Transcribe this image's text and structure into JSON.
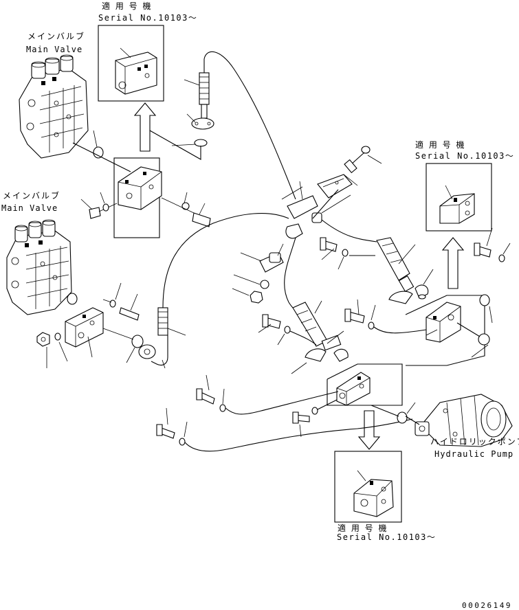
{
  "labels": {
    "main_valve_top_jp": "メインバルブ",
    "main_valve_top_en": "Main Valve",
    "main_valve_left_jp": "メインバルブ",
    "main_valve_left_en": "Main Valve",
    "hydraulic_pump_jp": "ハイドロリックポンプ",
    "hydraulic_pump_en": "Hydraulic Pump"
  },
  "serial_notes": [
    {
      "applicable_jp": "適 用 号 機",
      "serial": "Serial No.10103～"
    },
    {
      "applicable_jp": "適 用 号 機",
      "serial": "Serial No.10103～"
    },
    {
      "applicable_jp": "適 用 号 機",
      "serial": "Serial No.10103～"
    }
  ],
  "drawing_code": "00026149"
}
